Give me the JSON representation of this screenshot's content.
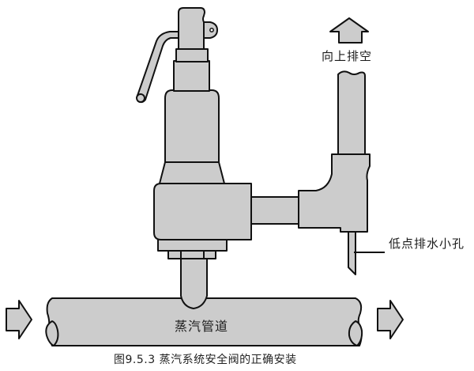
{
  "diagram": {
    "title": "图9.5.3 蒸汽系统安全阀的正确安装",
    "labels": {
      "vent_up": "向上排空",
      "drain_hole": "低点排水小孔",
      "steam_pipe": "蒸汽管道"
    },
    "components": [
      {
        "id": "safety-valve",
        "name": "安全阀"
      },
      {
        "id": "lever",
        "name": "手柄"
      },
      {
        "id": "discharge-pipe",
        "name": "排放管"
      },
      {
        "id": "elbow",
        "name": "弯头"
      },
      {
        "id": "vent-pipe",
        "name": "排空管"
      },
      {
        "id": "drain-hole",
        "name": "低点排水小孔"
      },
      {
        "id": "steam-main",
        "name": "蒸汽管道"
      }
    ],
    "flow": {
      "inlet_arrow": "right",
      "outlet_arrow": "right",
      "vent_arrow": "up"
    },
    "colors": {
      "fill": "#cccccc",
      "stroke": "#111111",
      "background": "#ffffff",
      "text": "#1a1a1a"
    }
  }
}
